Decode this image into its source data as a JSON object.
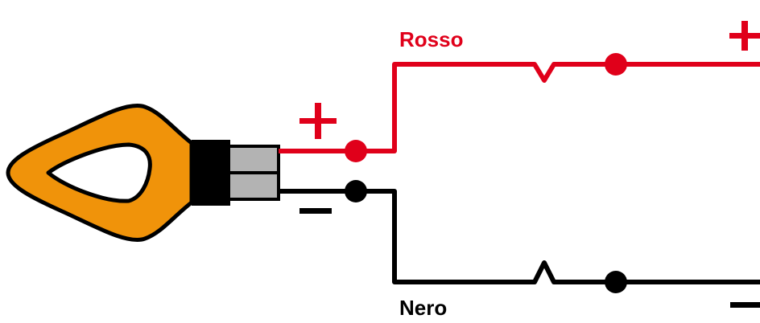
{
  "diagram": {
    "labels": {
      "red_wire": "Rosso",
      "black_wire": "Nero"
    },
    "polarity": {
      "plus": "+",
      "minus": "−"
    },
    "colors": {
      "red": "#e0001a",
      "black": "#000000",
      "body_orange": "#f0930a",
      "connector_gray": "#b3b3b3",
      "background": "#ffffff"
    },
    "components": {
      "indicator": "turn-signal-indicator",
      "connector": "two-pin-connector",
      "red_terminal": "terminal-dot",
      "black_terminal": "terminal-dot"
    }
  }
}
